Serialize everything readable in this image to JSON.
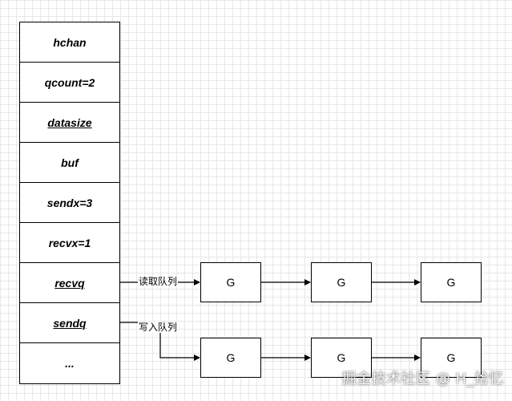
{
  "struct": {
    "fields": [
      {
        "label": "hchan",
        "underline": false
      },
      {
        "label": "qcount=2",
        "underline": false
      },
      {
        "label": "datasize",
        "underline": true
      },
      {
        "label": "buf",
        "underline": false
      },
      {
        "label": "sendx=3",
        "underline": false
      },
      {
        "label": "recvx=1",
        "underline": false
      },
      {
        "label": "recvq",
        "underline": true
      },
      {
        "label": "sendq",
        "underline": true
      },
      {
        "label": "...",
        "underline": false
      }
    ]
  },
  "recv_queue": {
    "label": "读取队列",
    "nodes": [
      "G",
      "G",
      "G"
    ]
  },
  "send_queue": {
    "label": "写入队列",
    "nodes": [
      "G",
      "G",
      "G"
    ]
  },
  "watermark": "掘金技术社区 @ H_拾忆"
}
